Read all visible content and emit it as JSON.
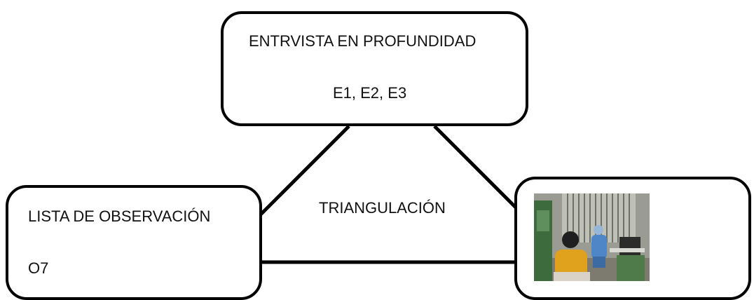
{
  "diagram": {
    "top_box": {
      "line1": "ENTRVISTA EN PROFUNDIDAD",
      "line2": "E1, E2, E3"
    },
    "left_box": {
      "line1": "LISTA DE OBSERVACIÓN",
      "line2": "O7"
    },
    "center_label": "TRIANGULACIÓN",
    "right_box": {
      "photo_icon": "interview-photo"
    },
    "colors": {
      "stroke": "#000000",
      "text": "#111111",
      "background": "#ffffff"
    }
  }
}
